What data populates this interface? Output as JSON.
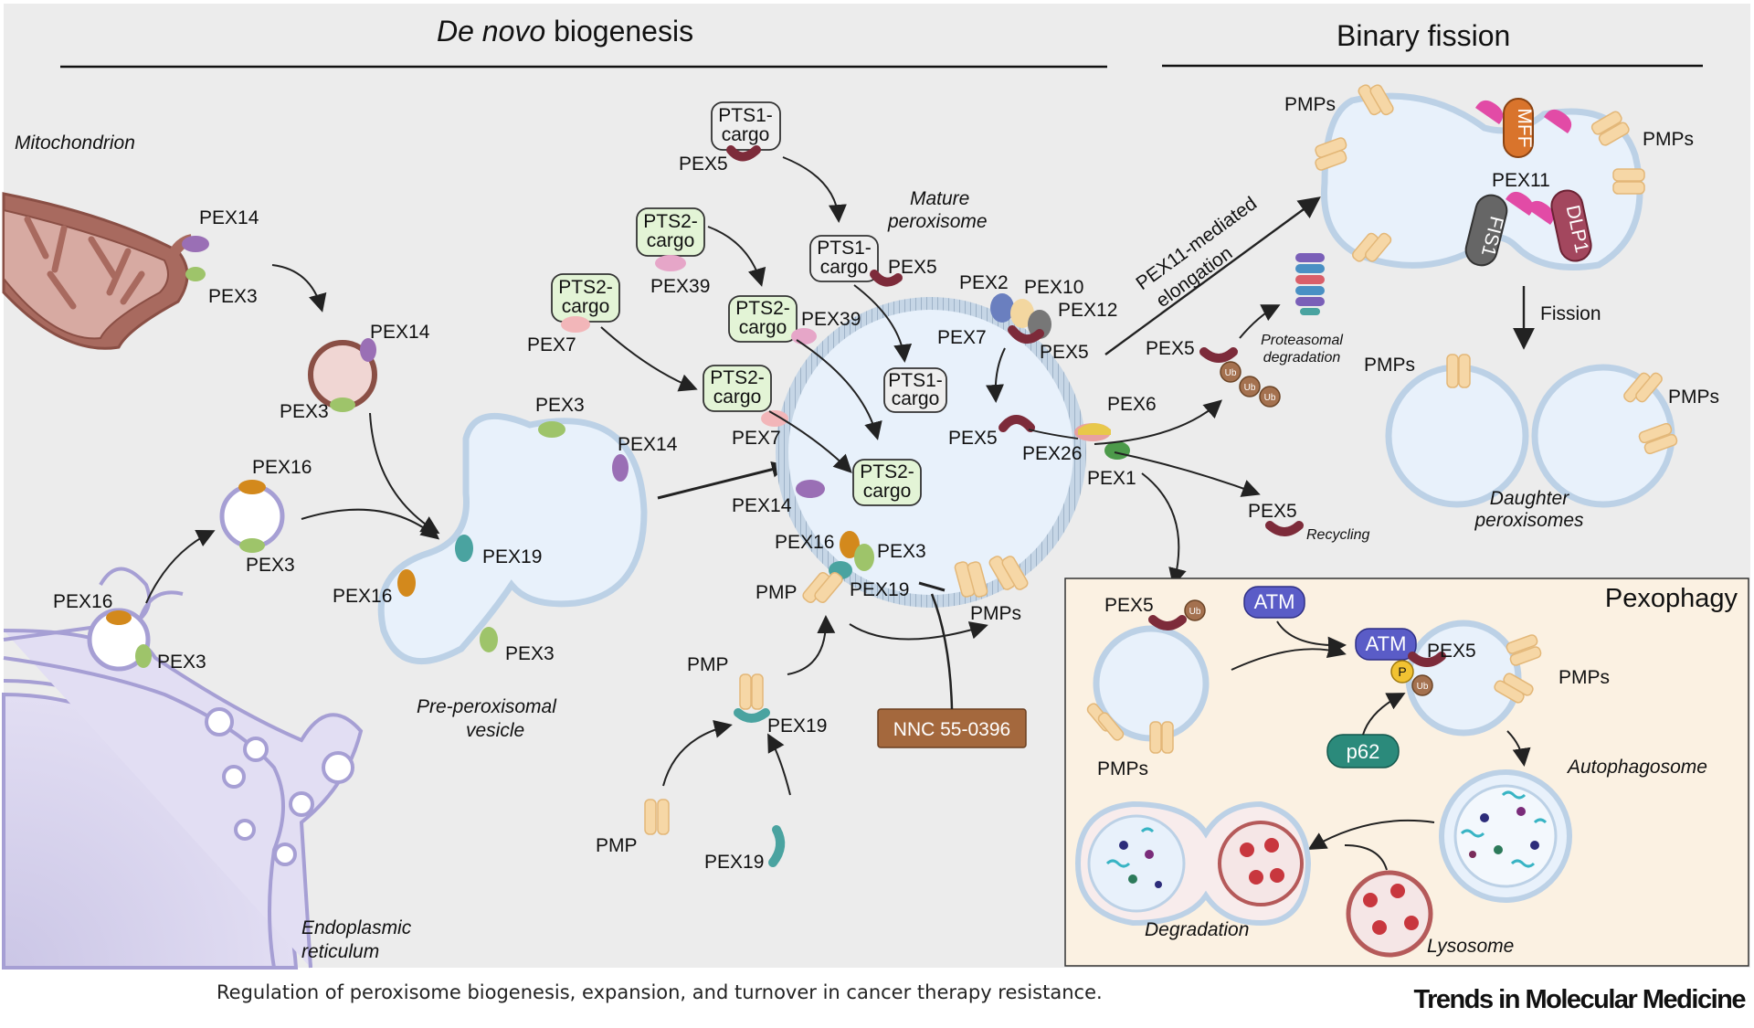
{
  "headers": {
    "de_novo_italic": "De novo",
    "de_novo_rest": " biogenesis",
    "binary_fission": "Binary fission",
    "pexophagy": "Pexophagy"
  },
  "labels": {
    "mitochondrion": "Mitochondrion",
    "er_line1": "Endoplasmic",
    "er_line2": "reticulum",
    "pre_vesicle_line1": "Pre-peroxisomal",
    "pre_vesicle_line2": "vesicle",
    "mature_line1": "Mature",
    "mature_line2": "peroxisome",
    "elongation_line1": "PEX11-mediated",
    "elongation_line2": "elongation",
    "fission": "Fission",
    "daughter_line1": "Daughter",
    "daughter_line2": "peroxisomes",
    "proteasomal_line1": "Proteasomal",
    "proteasomal_line2": "degradation",
    "recycling": "Recycling",
    "autophagosome": "Autophagosome",
    "lysosome": "Lysosome",
    "degradation": "Degradation",
    "inhibitor": "NNC 55-0396",
    "atm": "ATM",
    "p62": "p62",
    "ub": "Ub",
    "p": "P",
    "mff": "MFF",
    "fis1": "FIS1",
    "dlp1": "DLP1"
  },
  "proteins": {
    "pex3": "PEX3",
    "pex14": "PEX14",
    "pex16": "PEX16",
    "pex19": "PEX19",
    "pex5": "PEX5",
    "pex7": "PEX7",
    "pex39": "PEX39",
    "pex2": "PEX2",
    "pex10": "PEX10",
    "pex12": "PEX12",
    "pex6": "PEX6",
    "pex26": "PEX26",
    "pex1": "PEX1",
    "pex11": "PEX11",
    "pmp": "PMP",
    "pmps": "PMPs"
  },
  "cargo": {
    "pts1_line1": "PTS1-",
    "pts2_line1": "PTS2-",
    "line2": "cargo"
  },
  "caption": "Regulation of peroxisome biogenesis, expansion, and turnover in cancer therapy resistance.",
  "journal": "Trends in Molecular Medicine",
  "colors": {
    "background": "#ececec",
    "pexophagy_panel": "#fbf1e2",
    "membrane": "#bcd1e6",
    "vesicle_fill": "#e8f1fb",
    "mitochondrion": "#a86a5f",
    "pex3": "#9ec46a",
    "pex14": "#9a6fb5",
    "pex16": "#d3891c",
    "pex19": "#4aa3a0",
    "pex5": "#7d2b3a",
    "pex7": "#f2b6b9",
    "pex39": "#e6a6c8",
    "pts2_box": "#e3f4d6",
    "pts1_box": "#eeeeee",
    "inhibitor_box": "#a4683d",
    "atm": "#5a5cc7",
    "p62": "#2b8a7b",
    "mff": "#d9742c",
    "dlp1": "#a3475e",
    "fis1": "#6a6a6a",
    "ub": "#a4714f",
    "p": "#f1c232"
  }
}
